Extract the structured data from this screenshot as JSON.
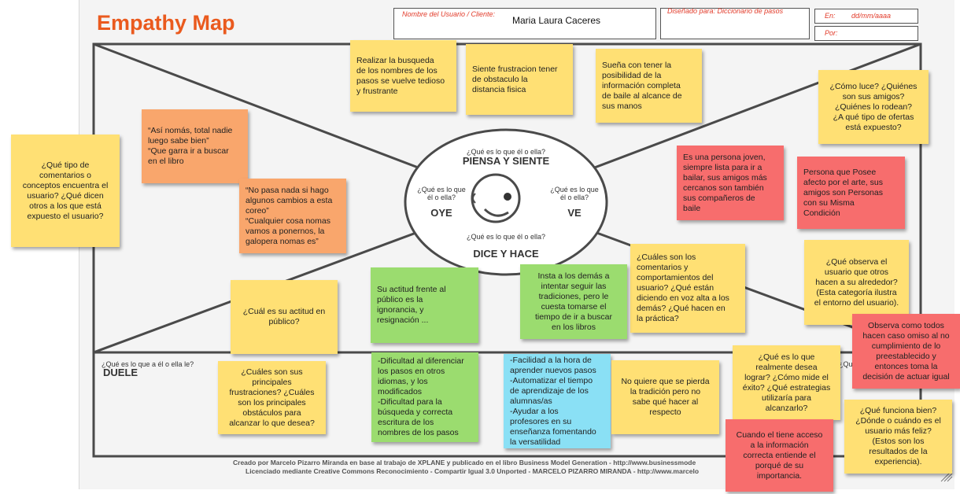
{
  "title": "Empathy Map",
  "header": {
    "user_label": "Nombre del Usuario / Cliente:",
    "user_value": "Maria Laura Caceres",
    "designed_label": "Diseñado para: Diccionario de pasos",
    "date_label": "En:",
    "date_value": "dd/mm/aaaa",
    "by_label": "Por:"
  },
  "sections": {
    "piensa": {
      "question": "¿Qué es lo que él o ella?",
      "title": "PIENSA Y SIENTE"
    },
    "oye": {
      "question": "¿Qué es lo que él o ella?",
      "title": "OYE"
    },
    "ve": {
      "question": "¿Qué es lo que él o ella?",
      "title": "VE"
    },
    "dice": {
      "question": "¿Qué es lo que él o ella?",
      "title": "DICE Y HACE"
    },
    "duele": {
      "question": "¿Qué es lo que a él o ella le?",
      "title": "DUELE"
    },
    "gana_question": "¿Qué es lo"
  },
  "notes": [
    {
      "id": "busqueda",
      "color": "y",
      "text": "Realizar la busqueda\nde los nombres de los\npasos se vuelve tedioso\ny frustrante"
    },
    {
      "id": "frustracion",
      "color": "y",
      "text": "Siente frustracion tener\nde obstaculo la\ndistancia fisica"
    },
    {
      "id": "suena",
      "color": "y",
      "text": "Sueña con tener la\nposibilidad de la\ninformación completa\nde baile al alcance de\nsus manos"
    },
    {
      "id": "como-luce",
      "color": "y",
      "text": "¿Cómo luce? ¿Quiénes\nson sus amigos?\n¿Quiénes lo rodean?\n¿A qué tipo de ofertas\nestá expuesto?"
    },
    {
      "id": "asi-nomas",
      "color": "o",
      "text": "“Así nomás, total nadie\nluego sabe bien”\n“Que garra ir a buscar\nen el libro"
    },
    {
      "id": "comentarios",
      "color": "y",
      "text": "¿Qué tipo de\ncomentarios o\nconceptos encuentra el\nusuario? ¿Qué dicen\notros a los que está\nexpuesto el usuario?"
    },
    {
      "id": "no-pasa",
      "color": "o",
      "text": "“No pasa nada si hago\nalgunos cambios a esta\ncoreo”\n“Cualquier cosa nomas\nvamos a ponernos, la\ngalopera nomas es”"
    },
    {
      "id": "persona-joven",
      "color": "r",
      "text": "Es una persona joven,\nsiempre lista para ir a\nbailar, sus amigos más\ncercanos  son también\nsus compañeros de\nbaile"
    },
    {
      "id": "afecto",
      "color": "r",
      "text": "Persona que Posee\nafecto por el arte, sus\namigos son Personas\ncon su Misma\nCondición"
    },
    {
      "id": "cuales-comentarios",
      "color": "y",
      "text": "¿Cuáles son los\ncomentarios y\ncomportamientos del\nusuario? ¿Qué están\ndiciendo en voz alta a los\ndemás? ¿Qué hacen en\nla práctica?"
    },
    {
      "id": "observa",
      "color": "y",
      "text": "¿Qué observa el\nusuario que otros\nhacen a su alrededor?\n(Esta categoría ilustra\nel entorno del usuario)."
    },
    {
      "id": "actitud-publico",
      "color": "y",
      "text": "¿Cuál es su actitud en\npúblico?"
    },
    {
      "id": "su-actitud",
      "color": "g",
      "text": "Su actitud frente al\npúblico es la\nignorancia, y\nresignación  ..."
    },
    {
      "id": "insta",
      "color": "g",
      "text": "Insta a los demás a\nintentar seguir las\ntradiciones, pero le\ncuesta tomarse el\ntiempo de ir a buscar\nen los libros"
    },
    {
      "id": "caso-omiso",
      "color": "r",
      "text": "Observa como todos\nhacen caso omiso al no\ncumplimiento de lo\npreestablecido y\nentonces toma la\ndecisión de actuar igual"
    },
    {
      "id": "frustraciones",
      "color": "y",
      "text": "¿Cuáles son sus\nprincipales\nfrustraciones? ¿Cuáles\nson los principales\nobstáculos para\nalcanzar lo que desea?"
    },
    {
      "id": "dificultad",
      "color": "g",
      "text": "-Dificultad al diferenciar\nlos pasos en otros\nidiomas, y los\nmodificados\n-Dificultad para la\nbúsqueda y correcta\nescritura de los\nnombres de los pasos"
    },
    {
      "id": "facilidad",
      "color": "b",
      "text": "-Facilidad a la hora de\naprender nuevos pasos\n-Automatizar el tiempo\nde aprendizaje de los\nalumnas/as\n-Ayudar a los\nprofesores en su\nenseñanza fomentando\nla versatilidad"
    },
    {
      "id": "no-quiere",
      "color": "y",
      "text": "No quiere que se pierda\nla tradición pero no\nsabe qué hacer al\nrespecto"
    },
    {
      "id": "desea-lograr",
      "color": "y",
      "text": "¿Qué es lo que\nrealmente desea\nlograr? ¿Cómo mide el\néxito? ¿Qué estrategias\nutilizaría para\nalcanzarlo?"
    },
    {
      "id": "funciona-bien",
      "color": "y",
      "text": "¿Qué funciona bien?\n¿Dónde o cuándo es el\nusuario más feliz?\n(Estos son los\nresultados de la\nexperiencia)."
    },
    {
      "id": "acceso",
      "color": "r",
      "text": "Cuando el tiene acceso\na la información\ncorrecta entiende el\nporqué de su\nimportancia."
    }
  ],
  "footer": {
    "line1": "Creado por Marcelo Pizarro Miranda en base al trabajo de XPLANE y publicado en el libro Business Model Generation - http://www.businessmode",
    "line2": "Licenciado mediante Creative Commons Reconocimiento - Compartir Igual 3.0 Unported - MARCELO PIZARRO MIRANDA - http://www.marcelo"
  }
}
